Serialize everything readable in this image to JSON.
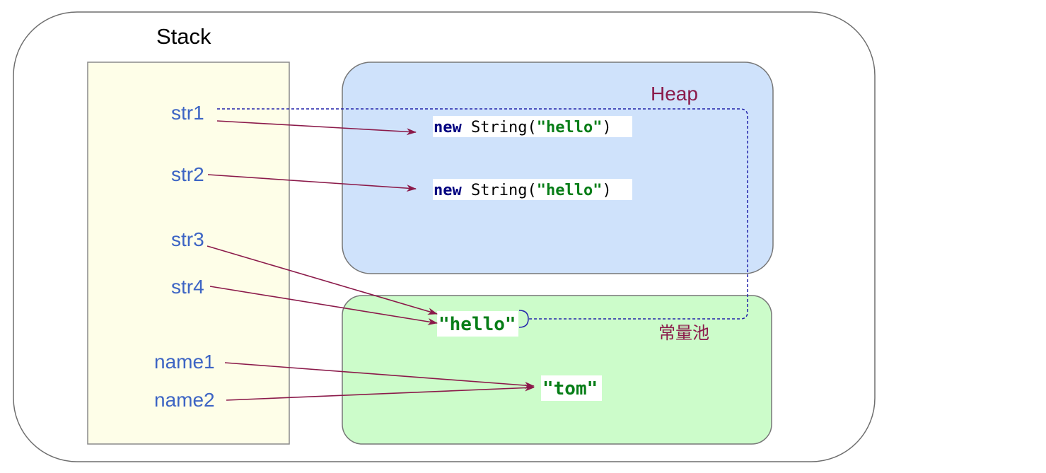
{
  "stack": {
    "title": "Stack",
    "variables": [
      "str1",
      "str2",
      "str3",
      "str4",
      "name1",
      "name2"
    ]
  },
  "heap": {
    "title": "Heap",
    "objects": [
      {
        "keyword": "new",
        "class_open": " String(",
        "literal": "\"hello\"",
        "close": ")"
      },
      {
        "keyword": "new",
        "class_open": " String(",
        "literal": "\"hello\"",
        "close": ")"
      }
    ]
  },
  "constant_pool": {
    "title": "常量池",
    "literals": [
      "\"hello\"",
      "\"tom\""
    ]
  },
  "colors": {
    "stack_fill": "#fefee8",
    "heap_fill": "#cfe2fb",
    "pool_fill": "#ccfcca",
    "arrow": "#8b1a4a",
    "dashed_link": "#2222aa",
    "variable_text": "#3c64c4"
  }
}
